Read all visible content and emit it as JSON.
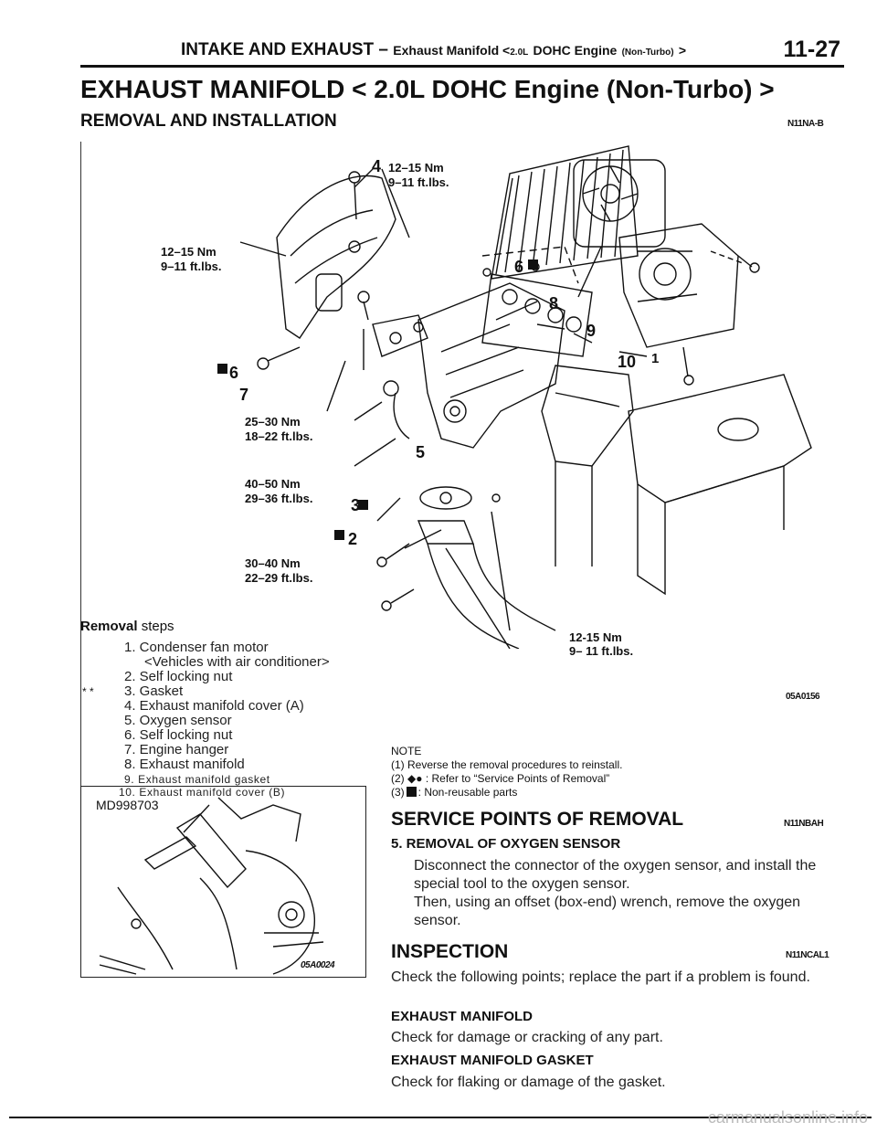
{
  "header": {
    "main": "INTAKE AND EXHAUST",
    "dash": "–",
    "sub1": "Exhaust Manifold <",
    "sub_engine": "2.0L",
    "sub2": "DOHC Engine",
    "sub_nt": "(Non-Turbo)",
    "sub3": ">",
    "page_number": "11-27"
  },
  "title": "EXHAUST MANIFOLD < 2.0L DOHC Engine (Non-Turbo) >",
  "section": {
    "heading": "REMOVAL AND INSTALLATION",
    "code": "N11NA-B"
  },
  "diagram": {
    "callouts": [
      "4",
      "6",
      "8",
      "9",
      "10",
      "1",
      "6",
      "7",
      "5",
      "3",
      "2"
    ],
    "torque": [
      {
        "nm": "12–15 Nm",
        "ftlbs": "9–11 ft.lbs."
      },
      {
        "nm": "12–15 Nm",
        "ftlbs": "9–11 ft.lbs."
      },
      {
        "nm": "25–30 Nm",
        "ftlbs": "18–22 ft.lbs."
      },
      {
        "nm": "40–50 Nm",
        "ftlbs": "29–36 ft.lbs."
      },
      {
        "nm": "30–40 Nm",
        "ftlbs": "22–29 ft.lbs."
      },
      {
        "nm": "12-15 Nm",
        "ftlbs": "9– 11 ft.lbs."
      }
    ],
    "figure_code": "05A0156"
  },
  "removal": {
    "title_bold": "Removal",
    "title_rest": "steps",
    "steps": [
      "1. Condenser fan motor",
      "<Vehicles with air conditioner>",
      "2. Self locking nut",
      "3. Gasket",
      "4. Exhaust manifold cover (A)",
      "5. Oxygen sensor",
      "6. Self locking nut",
      "7. Engine hanger",
      "8. Exhaust manifold",
      "9. Exhaust manifold gasket",
      "10. Exhaust manifold cover (B)"
    ],
    "marker": "* *"
  },
  "note": {
    "title": "NOTE",
    "line1": "(1) Reverse the removal procedures to reinstall.",
    "line2_prefix": "(2)",
    "line2_symbol": "◆●",
    "line2_text": ": Refer to “Service Points of Removal”",
    "line3_prefix": "(3)",
    "line3_text": ": Non-reusable parts"
  },
  "tool_figure": {
    "tool_id": "MD998703",
    "figure_code": "05A0024"
  },
  "service": {
    "heading": "SERVICE POINTS OF REMOVAL",
    "code": "N11NBAH",
    "subheading": "5. REMOVAL OF OXYGEN SENSOR",
    "para1": "Disconnect the connector of the oxygen sensor, and install the special tool to the oxygen sensor.",
    "para2": "Then, using an offset (box-end) wrench, remove the oxygen sensor."
  },
  "inspection": {
    "heading": "INSPECTION",
    "code": "N11NCAL1",
    "intro": "Check the following points; replace the part if a problem is found.",
    "item1_title": "EXHAUST MANIFOLD",
    "item1_text": "Check for damage or cracking of any part.",
    "item2_title": "EXHAUST MANIFOLD GASKET",
    "item2_text": "Check for flaking or damage of the gasket."
  },
  "watermark": "carmanualsonline.info"
}
